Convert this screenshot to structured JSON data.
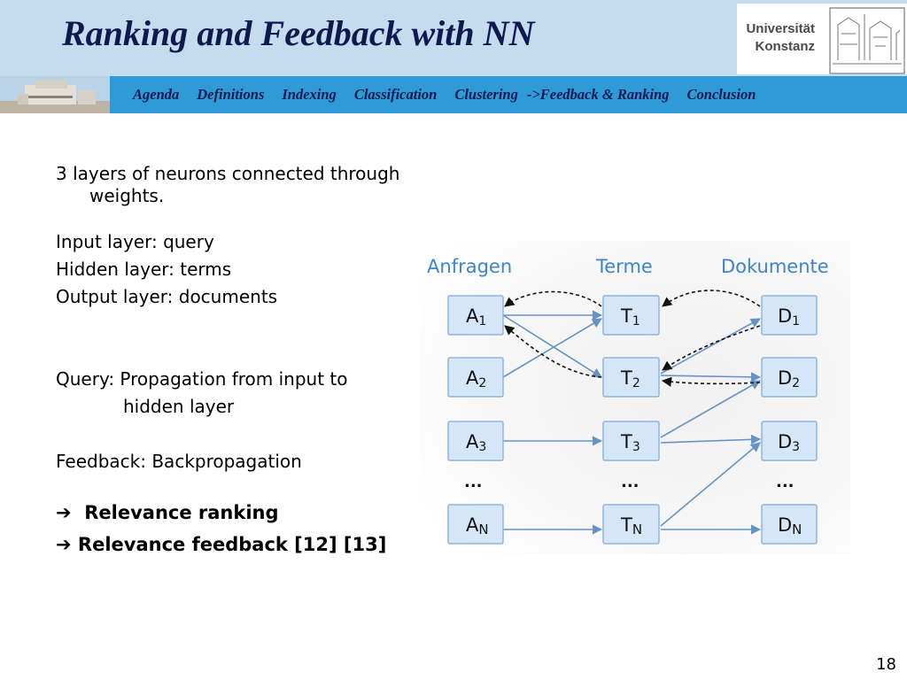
{
  "slide": {
    "title": "Ranking and Feedback with NN",
    "page_number": "18"
  },
  "logo": {
    "line1": "Universität",
    "line2": "Konstanz"
  },
  "nav": {
    "items": [
      {
        "label": "Agenda"
      },
      {
        "label": "Definitions"
      },
      {
        "label": "Indexing"
      },
      {
        "label": "Classification"
      },
      {
        "label": "Clustering"
      },
      {
        "label": "->Feedback & Ranking"
      },
      {
        "label": "Conclusion"
      }
    ]
  },
  "content": {
    "intro": "3 layers of neurons connected through weights.",
    "input_layer": "Input layer: query",
    "hidden_layer": "Hidden layer: terms",
    "output_layer": "Output layer: documents",
    "query_line1": "Query: Propagation from input to",
    "query_line2": "hidden layer",
    "feedback": "Feedback: Backpropagation",
    "bullet1": "Relevance ranking",
    "bullet2": "Relevance feedback [12] [13]",
    "arrow_glyph": "➔"
  },
  "diagram": {
    "headers": [
      "Anfragen",
      "Terme",
      "Dokumente"
    ],
    "columns": [
      {
        "letter": "A",
        "subs": [
          "1",
          "2",
          "3",
          "N"
        ]
      },
      {
        "letter": "T",
        "subs": [
          "1",
          "2",
          "3",
          "N"
        ]
      },
      {
        "letter": "D",
        "subs": [
          "1",
          "2",
          "3",
          "N"
        ]
      }
    ],
    "ellipsis": "...",
    "colors": {
      "node_fill": "#d4e6f8",
      "node_border": "#8fb6db",
      "header": "#3e84c8",
      "solid_arrow": "#6593c6",
      "dashed_arrow": "#111111"
    }
  }
}
